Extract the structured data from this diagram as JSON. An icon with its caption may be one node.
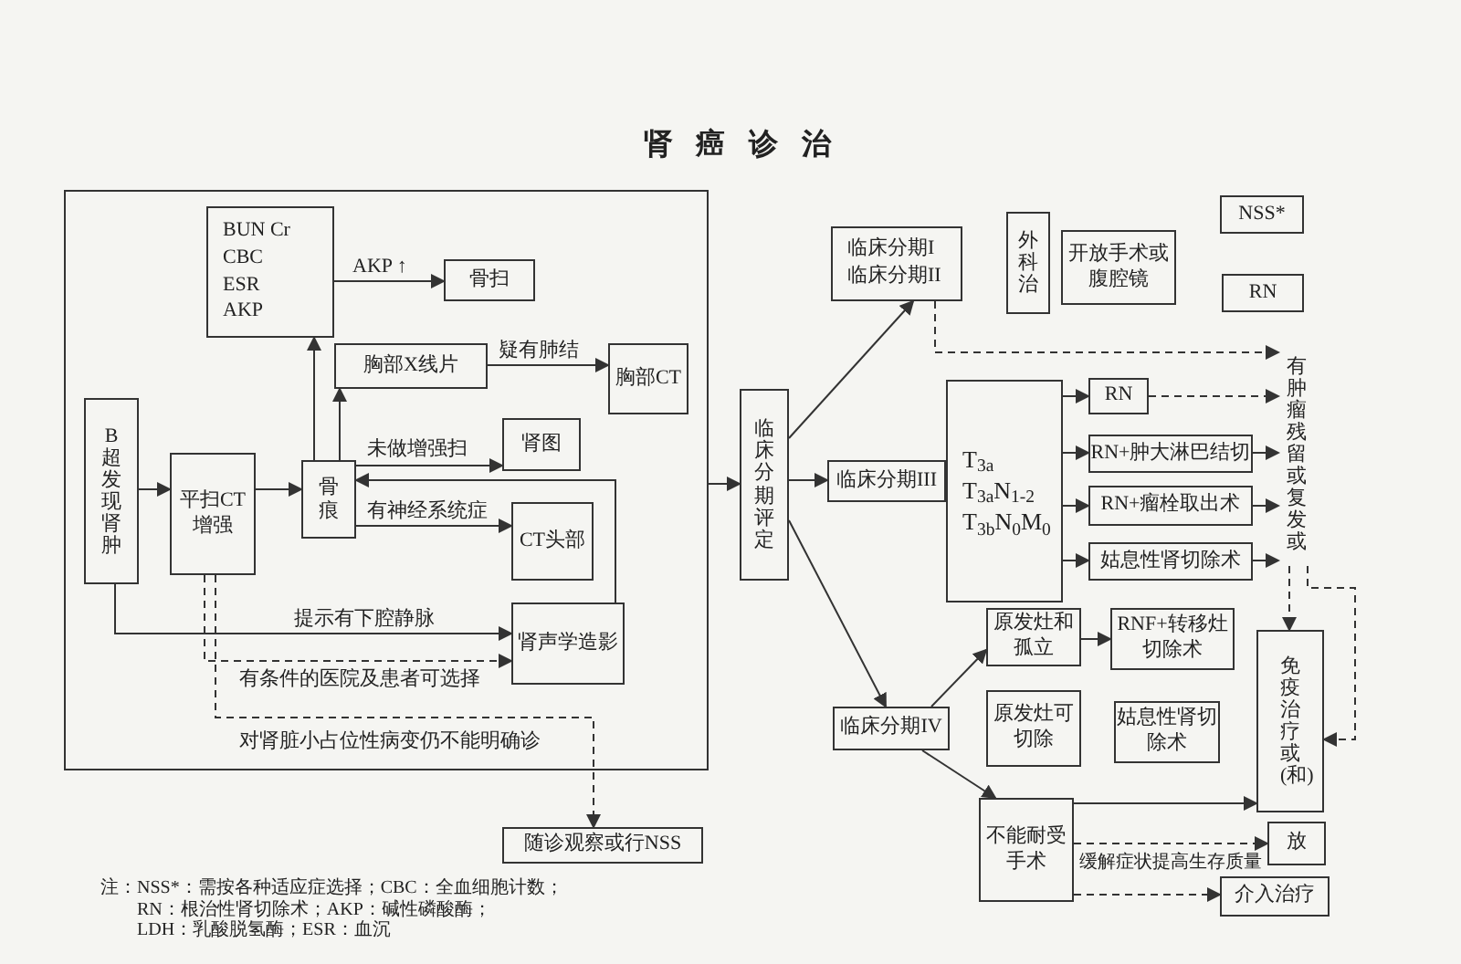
{
  "diagram": {
    "title": "肾癌诊治",
    "nodes": [
      {
        "text": [],
        "shape": "box"
      },
      {
        "text": [
          "BUN Cr",
          "CBC",
          "ESR",
          "AKP"
        ],
        "in": 0
      },
      {
        "text": [
          "骨扫"
        ],
        "in": 0
      },
      {
        "text": [
          "胸部X线片"
        ],
        "in": 0
      },
      {
        "text": [
          "胸部CT"
        ],
        "in": 0
      },
      {
        "text": [
          "肾图"
        ],
        "in": 0
      },
      {
        "text": [
          "B超发现肾肿"
        ],
        "in": 0
      },
      {
        "text": [
          "平扫CT增强"
        ],
        "in": 0
      },
      {
        "text": [
          "骨痕"
        ],
        "in": 0
      },
      {
        "text": [
          "CT头部"
        ],
        "in": 0
      },
      {
        "text": [
          "肾声学造影"
        ],
        "in": 0
      },
      {
        "text": [
          "随诊观察或行NSS"
        ]
      },
      {
        "text": [
          "临床分期评定"
        ]
      },
      {
        "text": [
          "临床分期I",
          "临床分期II"
        ]
      },
      {
        "text": [
          "外科治"
        ]
      },
      {
        "text": [
          "开放手术或腹腔镜"
        ]
      },
      {
        "text": [
          "NSS*"
        ]
      },
      {
        "text": [
          "RN"
        ]
      },
      {
        "text": [
          "临床分期III"
        ]
      },
      {
        "text": [
          "T$_{3a}$",
          "T$_{3a}$N$_{1-2}$",
          "T$_{3b}$N$_{0}$M$_{0}$"
        ]
      },
      {
        "text": [
          "RN"
        ]
      },
      {
        "text": [
          "RN+肿大淋巴结切"
        ]
      },
      {
        "text": [
          "RN+瘤栓取出术"
        ]
      },
      {
        "text": [
          "姑息性肾切除术"
        ]
      },
      {
        "text": [
          "有肿瘤残留或复发或"
        ]
      },
      {
        "text": [
          "临床分期IV"
        ]
      },
      {
        "text": [
          "原发灶和孤立"
        ]
      },
      {
        "text": [
          "原发灶可切除"
        ]
      },
      {
        "text": [
          "RNF+转移灶切除术"
        ]
      },
      {
        "text": [
          "姑息性肾切除术"
        ]
      },
      {
        "text": [
          "免疫治疗或(和)"
        ]
      },
      {
        "text": [
          "不能耐受手术"
        ]
      },
      {
        "text": [
          "放"
        ]
      },
      {
        "text": [
          "介入治疗"
        ]
      }
    ],
    "edges": [
      {
        "from": 1,
        "to": 2,
        "arrow": "to",
        "label": "AKP ↑"
      },
      {
        "from": 3,
        "to": 4,
        "arrow": "to",
        "label": "疑有肺结"
      },
      {
        "from": 6,
        "to": 7,
        "arrow": "to"
      },
      {
        "from": 7,
        "to": 8,
        "arrow": "to"
      },
      {
        "from": 8,
        "to": 1,
        "arrow": "to"
      },
      {
        "from": 8,
        "to": 3,
        "arrow": "to"
      },
      {
        "from": 8,
        "to": 5,
        "arrow": "to",
        "label": "未做增强扫"
      },
      {
        "from": 10,
        "to": 8,
        "arrow": "to"
      },
      {
        "from": 8,
        "to": 9,
        "arrow": "to",
        "label": "有神经系统症"
      },
      {
        "from": 6,
        "to": 10,
        "arrow": "to",
        "label": "提示有下腔静脉"
      },
      {
        "from": 7,
        "to": 10,
        "arrow": "to",
        "label": "有条件的医院及患者可选择",
        "style": "dashed"
      },
      {
        "from": 7,
        "to": 11,
        "arrow": "to",
        "label": "对肾脏小占位性病变仍不能明确诊",
        "style": "dashed"
      },
      {
        "from": 0,
        "to": 12,
        "arrow": "to"
      },
      {
        "from": 12,
        "to": 13,
        "arrow": "to"
      },
      {
        "from": 12,
        "to": 18,
        "arrow": "to"
      },
      {
        "from": 12,
        "to": 25,
        "arrow": "to"
      },
      {
        "from": 13,
        "to": 24,
        "arrow": "to",
        "style": "dashed"
      },
      {
        "from": 19,
        "to": 20,
        "arrow": "to"
      },
      {
        "from": 19,
        "to": 21,
        "arrow": "to"
      },
      {
        "from": 19,
        "to": 22,
        "arrow": "to"
      },
      {
        "from": 19,
        "to": 23,
        "arrow": "to"
      },
      {
        "from": 20,
        "to": 24,
        "arrow": "to",
        "style": "dashed"
      },
      {
        "from": 21,
        "to": 24,
        "arrow": "to"
      },
      {
        "from": 22,
        "to": 24,
        "arrow": "to"
      },
      {
        "from": 23,
        "to": 24,
        "arrow": "to"
      },
      {
        "from": 24,
        "to": 30,
        "arrow": "to",
        "style": "dashed"
      },
      {
        "from": 24,
        "to": 30,
        "arrow": "to",
        "style": "dashed"
      },
      {
        "from": 25,
        "to": 26,
        "arrow": "to"
      },
      {
        "from": 25,
        "to": 31,
        "arrow": "to"
      },
      {
        "from": 26,
        "to": 28,
        "arrow": "to"
      },
      {
        "from": 31,
        "to": 30,
        "arrow": "to"
      },
      {
        "from": 31,
        "to": 32,
        "arrow": "to",
        "style": "dashed"
      },
      {
        "from": 31,
        "to": 33,
        "arrow": "to",
        "label": "缓解症状提高生存质量",
        "style": "dashed"
      }
    ],
    "labels": [
      "注：NSS*：需按各种适应症选择；CBC：全血细胞计数；",
      "RN：根治性肾切除术；AKP：碱性磷酸酶；",
      "LDH：乳酸脱氢酶；ESR：血沉"
    ]
  }
}
